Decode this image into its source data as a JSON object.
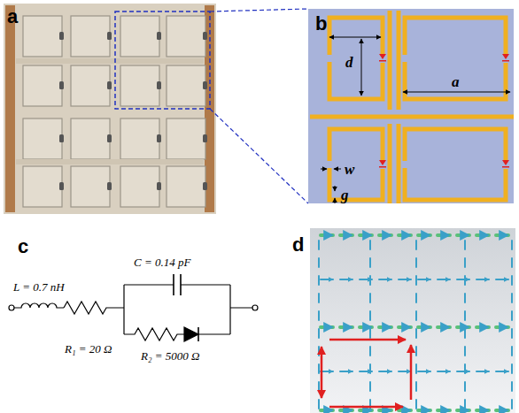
{
  "diagram": {
    "labels": [
      "a",
      "b",
      "c",
      "d",
      "d",
      "a",
      "w",
      "g",
      "L = 0.7 nH",
      "C = 0.14 pF",
      "R₁ = 20 Ω",
      "R₂ = 5000 Ω"
    ]
  }
}
